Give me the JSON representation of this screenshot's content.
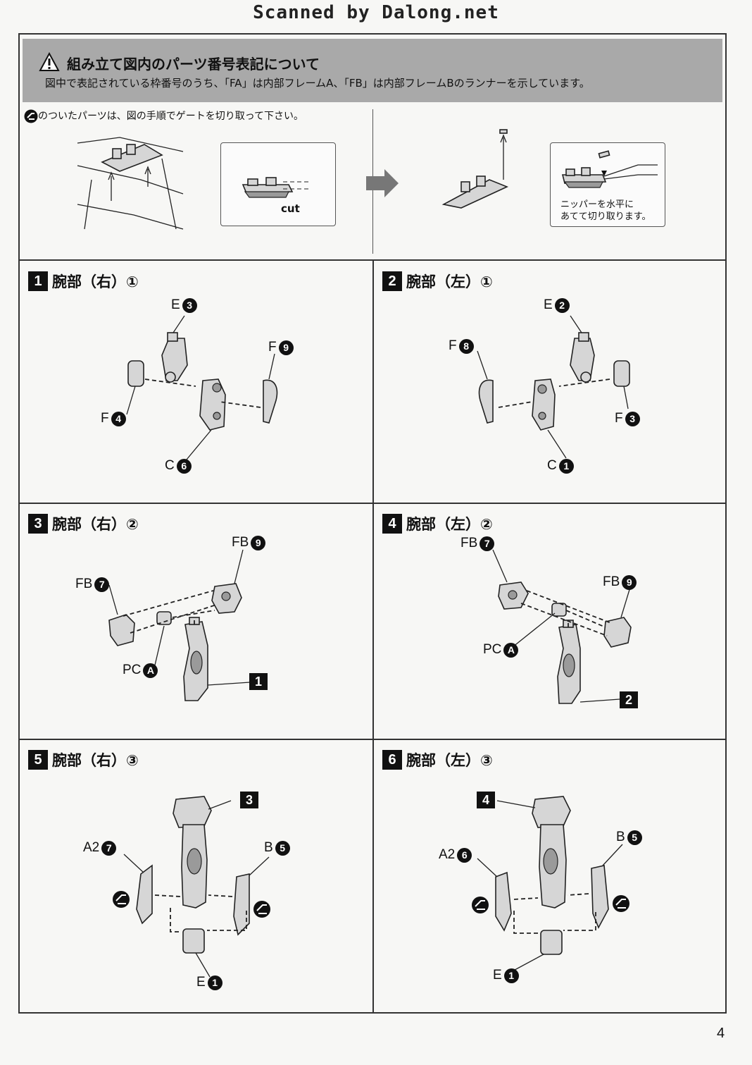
{
  "header": {
    "scan_credit": "Scanned by Dalong.net"
  },
  "notice": {
    "title": "組み立て図内のパーツ番号表記について",
    "body": "図中で表記されている枠番号のうち、「FA」は内部フレームA、「FB」は内部フレームBのランナーを示しています。"
  },
  "gate": {
    "instruction": "のついたパーツは、図の手順でゲートを切り取って下さい。",
    "cut_label": "cut",
    "nipper_note_1": "ニッパーを水平に",
    "nipper_note_2": "あてて切り取ります。"
  },
  "steps": [
    {
      "number": "1",
      "title": "腕部（右）①",
      "labels": [
        {
          "runner": "E",
          "num": "3"
        },
        {
          "runner": "F",
          "num": "9"
        },
        {
          "runner": "F",
          "num": "4"
        },
        {
          "runner": "C",
          "num": "6"
        }
      ]
    },
    {
      "number": "2",
      "title": "腕部（左）①",
      "labels": [
        {
          "runner": "E",
          "num": "2"
        },
        {
          "runner": "F",
          "num": "8"
        },
        {
          "runner": "F",
          "num": "3"
        },
        {
          "runner": "C",
          "num": "1"
        }
      ]
    },
    {
      "number": "3",
      "title": "腕部（右）②",
      "labels": [
        {
          "runner": "FB",
          "num": "9"
        },
        {
          "runner": "FB",
          "num": "7"
        },
        {
          "runner": "PC",
          "num": "A"
        }
      ],
      "ref": "1"
    },
    {
      "number": "4",
      "title": "腕部（左）②",
      "labels": [
        {
          "runner": "FB",
          "num": "7"
        },
        {
          "runner": "FB",
          "num": "9"
        },
        {
          "runner": "PC",
          "num": "A"
        }
      ],
      "ref": "2"
    },
    {
      "number": "5",
      "title": "腕部（右）③",
      "labels": [
        {
          "runner": "A2",
          "num": "7"
        },
        {
          "runner": "B",
          "num": "5"
        },
        {
          "runner": "E",
          "num": "1"
        }
      ],
      "ref": "3"
    },
    {
      "number": "6",
      "title": "腕部（左）③",
      "labels": [
        {
          "runner": "A2",
          "num": "6"
        },
        {
          "runner": "B",
          "num": "5"
        },
        {
          "runner": "E",
          "num": "1"
        }
      ],
      "ref": "4"
    }
  ],
  "page_number": "4"
}
